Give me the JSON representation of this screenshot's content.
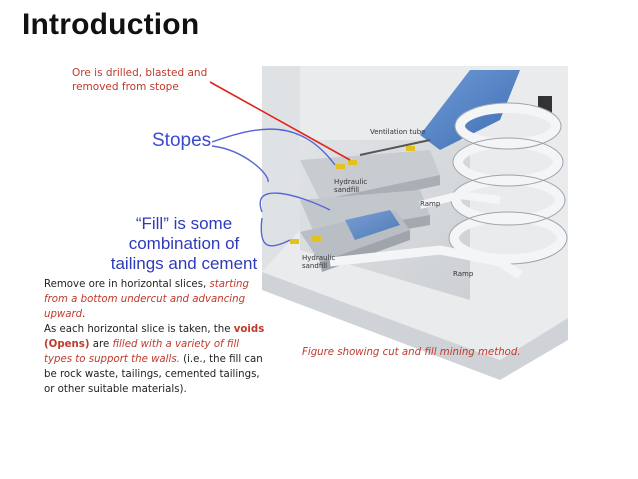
{
  "slide": {
    "title": "Introduction"
  },
  "callout": {
    "line1": "Ore is drilled, blasted and",
    "line2": "removed from stope"
  },
  "figure": {
    "stopes_label": "Stopes",
    "fill_line1": "“Fill” is some",
    "fill_line2": "combination of",
    "fill_line3": "tailings and cement",
    "ventilation_tube": "Ventilation tube",
    "hydraulic_sandfill_1a": "Hydraulic",
    "hydraulic_sandfill_1b": "sandfill",
    "hydraulic_sandfill_2a": "Hydraulic",
    "hydraulic_sandfill_2b": "sandfill",
    "ramp_1": "Ramp",
    "ramp_2": "Ramp",
    "caption": "Figure showing cut and fill mining method."
  },
  "body": {
    "p1_plain": "Remove ore in horizontal slices, ",
    "p1_red": "starting from a bottom undercut and advancing upward",
    "p1_end": ".",
    "p2_plain1": "As each horizontal slice is taken, the ",
    "p2_bold": "voids (Opens)",
    "p2_plain2": " are ",
    "p2_red": "filled with a variety of fill types to support the walls.",
    "p2_plain3": " (i.e., the fill can be rock waste, tailings, cemented tailings, or other suitable materials)."
  },
  "colors": {
    "accent_red": "#c0392b",
    "label_blue": "#2e3bb8",
    "fill_blue": "#4a7fc0"
  }
}
